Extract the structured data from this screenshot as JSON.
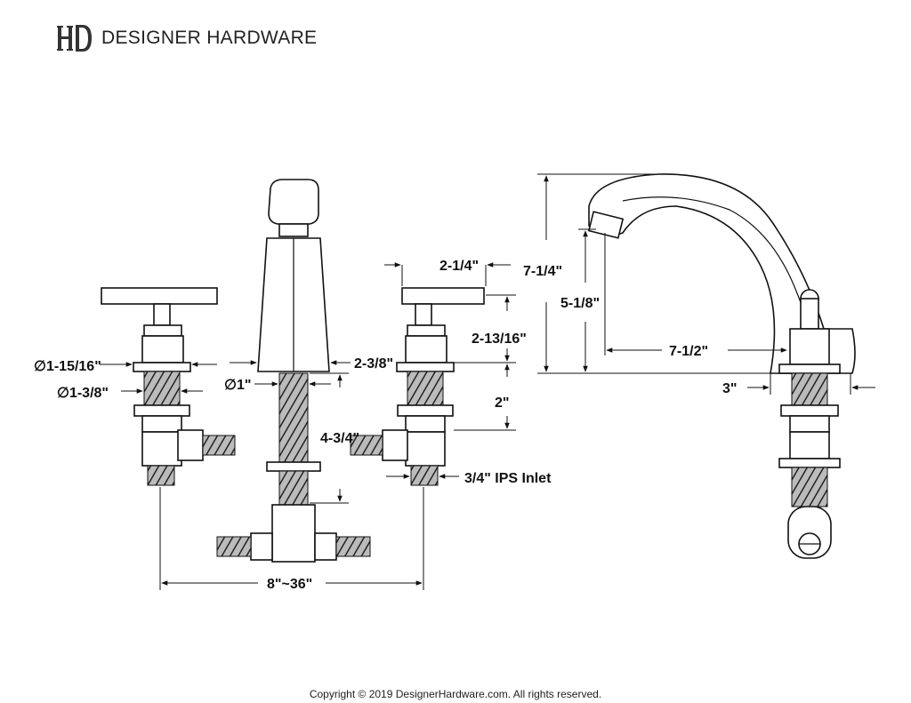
{
  "brand": {
    "logo_letters": "HD",
    "name": "DESIGNER HARDWARE"
  },
  "dimensions": {
    "flange_outer": "∅1-15/16\"",
    "flange_inner": "∅1-3/8\"",
    "spout_shank": "∅1\"",
    "spout_base": "2-3/8\"",
    "spout_shank_length": "4-3/4\"",
    "handle_width": "2-1/4\"",
    "handle_height": "2-13/16\"",
    "handle_shank": "2\"",
    "inlet": "3/4\" IPS Inlet",
    "spread": "8\"~36\"",
    "total_height": "7-1/4\"",
    "spout_clearance": "5-1/8\"",
    "spout_reach": "7-1/2\"",
    "base_depth": "3\""
  },
  "footer": {
    "copyright": "Copyright © 2019 DesignerHardware.com. All rights reserved."
  }
}
